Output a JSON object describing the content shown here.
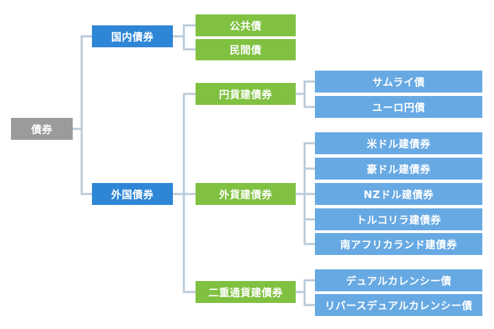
{
  "root": "債券",
  "domestic": {
    "label": "国内債券",
    "children": [
      "公共債",
      "民間債"
    ]
  },
  "foreign": {
    "label": "外国債券",
    "yen": {
      "label": "円貨建債券",
      "children": [
        "サムライ債",
        "ユーロ円債"
      ]
    },
    "fx": {
      "label": "外貨建債券",
      "children": [
        "米ドル建債券",
        "豪ドル建債券",
        "NZドル建債券",
        "トルコリラ建債券",
        "南アフリカランド建債券"
      ]
    },
    "dual": {
      "label": "二重通貨建債券",
      "children": [
        "デュアルカレンシー債",
        "リバースデュアルカレンシー債"
      ]
    }
  },
  "colors": {
    "root": "#9b9b9b",
    "level1": "#2f86d6",
    "level2": "#80c141",
    "leaf": "#67a9e3",
    "connector": "#b9cad9"
  }
}
